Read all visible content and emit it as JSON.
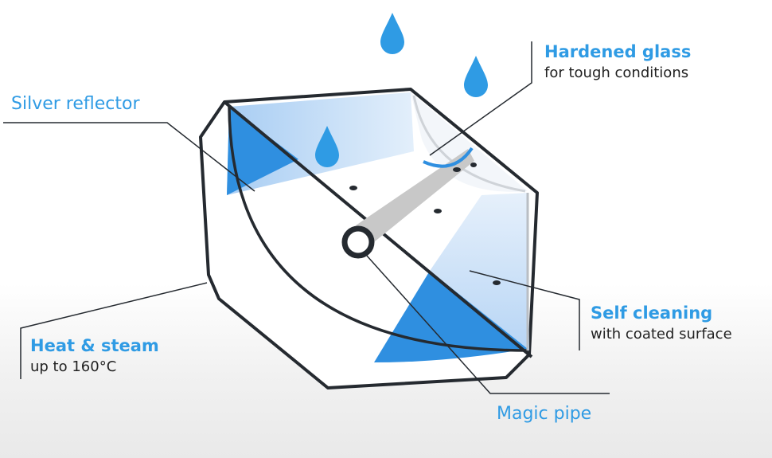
{
  "labels": {
    "silver_reflector": "Silver reflector",
    "hardened_glass": {
      "title": "Hardened glass",
      "subtitle": "for tough conditions"
    },
    "self_cleaning": {
      "title": "Self cleaning",
      "subtitle": "with coated surface"
    },
    "heat_steam": {
      "title": "Heat & steam",
      "subtitle": "up to 160°C"
    },
    "magic_pipe": "Magic pipe"
  },
  "colors": {
    "accent_blue": "#2f9be4",
    "light_blue": "#cfe3f8",
    "outline": "#252a30",
    "pipe_grey": "#c8c8c8"
  },
  "icons": [
    "water-drop-icon",
    "water-drop-icon",
    "water-drop-icon"
  ]
}
